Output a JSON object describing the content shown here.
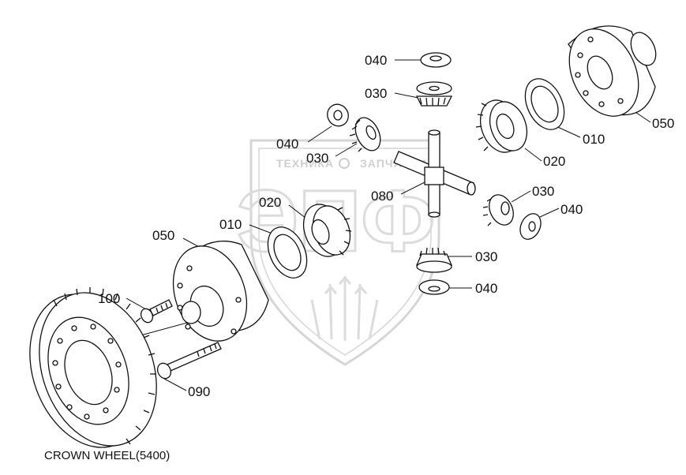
{
  "watermark": {
    "brand_line": "ТЕХНИКА",
    "brand_line_2": "ЗАПЧАСТИ",
    "logo_letters": "ЭПФ"
  },
  "caption": "CROWN WHEEL(5400)",
  "callouts": [
    {
      "id": "040-top",
      "label": "040"
    },
    {
      "id": "030-top",
      "label": "030"
    },
    {
      "id": "040-left",
      "label": "040"
    },
    {
      "id": "030-left",
      "label": "030"
    },
    {
      "id": "010-right",
      "label": "010"
    },
    {
      "id": "020-right",
      "label": "020"
    },
    {
      "id": "050-right",
      "label": "050"
    },
    {
      "id": "080",
      "label": "080"
    },
    {
      "id": "030-right",
      "label": "030"
    },
    {
      "id": "040-right",
      "label": "040"
    },
    {
      "id": "020-left",
      "label": "020"
    },
    {
      "id": "010-left",
      "label": "010"
    },
    {
      "id": "050-left",
      "label": "050"
    },
    {
      "id": "030-bottom",
      "label": "030"
    },
    {
      "id": "040-bottom",
      "label": "040"
    },
    {
      "id": "100",
      "label": "100"
    },
    {
      "id": "090",
      "label": "090"
    }
  ],
  "colors": {
    "line": "#111111",
    "watermark": "#d9d9d9"
  }
}
